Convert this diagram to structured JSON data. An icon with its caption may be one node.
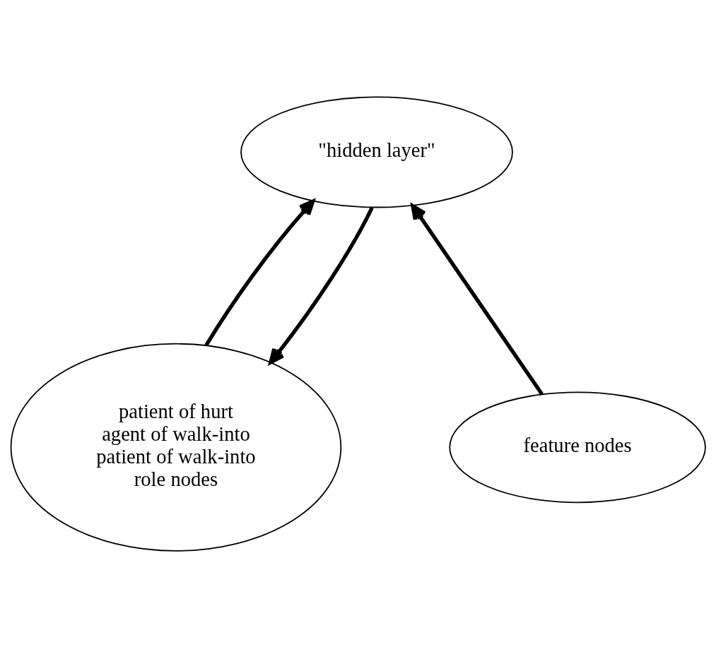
{
  "diagram": {
    "nodes": [
      {
        "text": [
          "\"hidden layer\""
        ]
      },
      {
        "text": [
          "patient of hurt",
          "agent of walk-into",
          "patient of walk-into",
          "role nodes"
        ]
      },
      {
        "text": [
          "feature nodes"
        ]
      }
    ],
    "edges": [
      {
        "from": 0,
        "to": 1,
        "arrow": "to"
      },
      {
        "from": 1,
        "to": 0,
        "arrow": "to"
      },
      {
        "from": 2,
        "to": 0,
        "arrow": "to"
      }
    ]
  }
}
